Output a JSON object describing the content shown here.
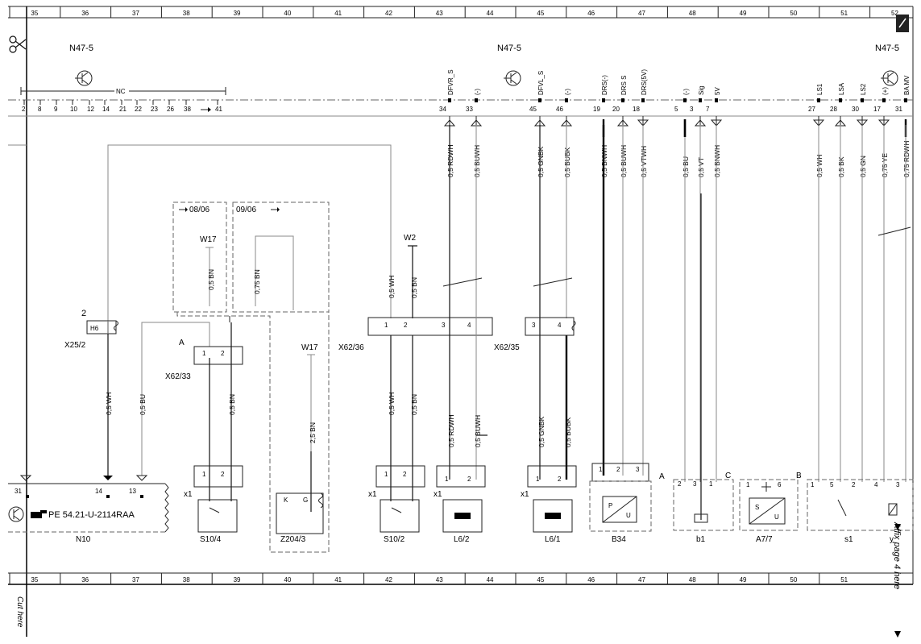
{
  "ruler": {
    "cols": [
      "35",
      "36",
      "37",
      "38",
      "39",
      "40",
      "41",
      "42",
      "43",
      "44",
      "45",
      "46",
      "47",
      "48",
      "49",
      "50",
      "51",
      "52"
    ],
    "bottom_cols": [
      "35",
      "36",
      "37",
      "38",
      "39",
      "40",
      "41",
      "42",
      "43",
      "44",
      "45",
      "46",
      "47",
      "48",
      "49",
      "50",
      "51"
    ]
  },
  "header": {
    "module_left": "N47-5",
    "module_mid": "N47-5",
    "module_right": "N47-5",
    "nc_label": "NC"
  },
  "nc_pins": [
    "2",
    "8",
    "9",
    "10",
    "12",
    "14",
    "21",
    "22",
    "23",
    "26",
    "38",
    "41"
  ],
  "connector_pins": [
    {
      "pin": "34",
      "signal": "DFVR_S"
    },
    {
      "pin": "33",
      "signal": "(-)"
    },
    {
      "pin": "45",
      "signal": "DFVL_S"
    },
    {
      "pin": "46",
      "signal": "(-)"
    },
    {
      "pin": "19",
      "signal": "DRS(-)"
    },
    {
      "pin": "20",
      "signal": "DRS S"
    },
    {
      "pin": "18",
      "signal": "DRS(5V)"
    },
    {
      "pin": "5",
      "signal": "(-)"
    },
    {
      "pin": "3",
      "signal": "Sig"
    },
    {
      "pin": "7",
      "signal": "5V"
    },
    {
      "pin": "27",
      "signal": "LS1"
    },
    {
      "pin": "28",
      "signal": "LSA"
    },
    {
      "pin": "30",
      "signal": "LS2"
    },
    {
      "pin": "17",
      "signal": "(+)"
    },
    {
      "pin": "31",
      "signal": "BA MV"
    }
  ],
  "wires_top": [
    {
      "id": "w34",
      "label": "0,5 RDWH"
    },
    {
      "id": "w33",
      "label": "0,5 BUWH"
    },
    {
      "id": "w45",
      "label": "0,5 GNBK"
    },
    {
      "id": "w46",
      "label": "0,5 BUBK"
    },
    {
      "id": "w19",
      "label": "0,5 BNWH"
    },
    {
      "id": "w20",
      "label": "0,5 BUWH"
    },
    {
      "id": "w18",
      "label": "0,5 VTWH"
    },
    {
      "id": "w5",
      "label": "0,5 BU"
    },
    {
      "id": "w3",
      "label": "0,5 VT"
    },
    {
      "id": "w7",
      "label": "0,5 BNWH"
    },
    {
      "id": "w27",
      "label": "0,5 WH"
    },
    {
      "id": "w28",
      "label": "0,5 BK"
    },
    {
      "id": "w30",
      "label": "0,5 GN"
    },
    {
      "id": "w17",
      "label": "0,75 YE"
    },
    {
      "id": "w31",
      "label": "0,75 RDWH"
    }
  ],
  "labels": {
    "date_a": "08/06",
    "date_b": "09/06",
    "w17": "W17",
    "w17b": "W17",
    "w2": "W2",
    "w_bn_a": "0,5 BN",
    "w_bn_b": "0,75 BN",
    "w_bn_c": "2,5 BN",
    "w_wh_a": "0,5 WH",
    "w_bn_d": "0,5 BN",
    "w_wh_b": "0,5 WH",
    "w_bu_a": "0,5 BU",
    "w_wh_c": "0,5 WH",
    "w_bn_e": "0,5 BN",
    "w_bn_f": "0,5 BN",
    "w_rdwh_b": "0,5 RDWH",
    "w_buwh_b": "0,5 BUWH",
    "w_gnbk_b": "0,5 GNBK",
    "w_bubk_b": "0,5 BUBK",
    "x25_2": "X25/2",
    "x25_pin": "2",
    "h6": "H6",
    "x62_33": "X62/33",
    "x62_36": "X62/36",
    "x62_35": "X62/35",
    "a_mark": "A",
    "x1": "x1",
    "n10": "N10",
    "n10_ref": "PE 54.21-U-2114RAA",
    "n10_pin31": "31",
    "n10_pin14": "14",
    "n10_pin13": "13",
    "s10_4": "S10/4",
    "z204_3": "Z204/3",
    "s10_2": "S10/2",
    "l6_2": "L6/2",
    "l6_1": "L6/1",
    "b34": "B34",
    "b1": "b1",
    "a7_7": "A7/7",
    "s1": "s1",
    "y_label": "y",
    "conn_A": "A",
    "conn_C": "C",
    "conn_B": "B",
    "k": "K",
    "g": "G",
    "p": "P",
    "u": "U",
    "s": "S",
    "u2": "U"
  },
  "footer": {
    "cut_here": "Cut here",
    "affix": "Affix page 4 here"
  }
}
